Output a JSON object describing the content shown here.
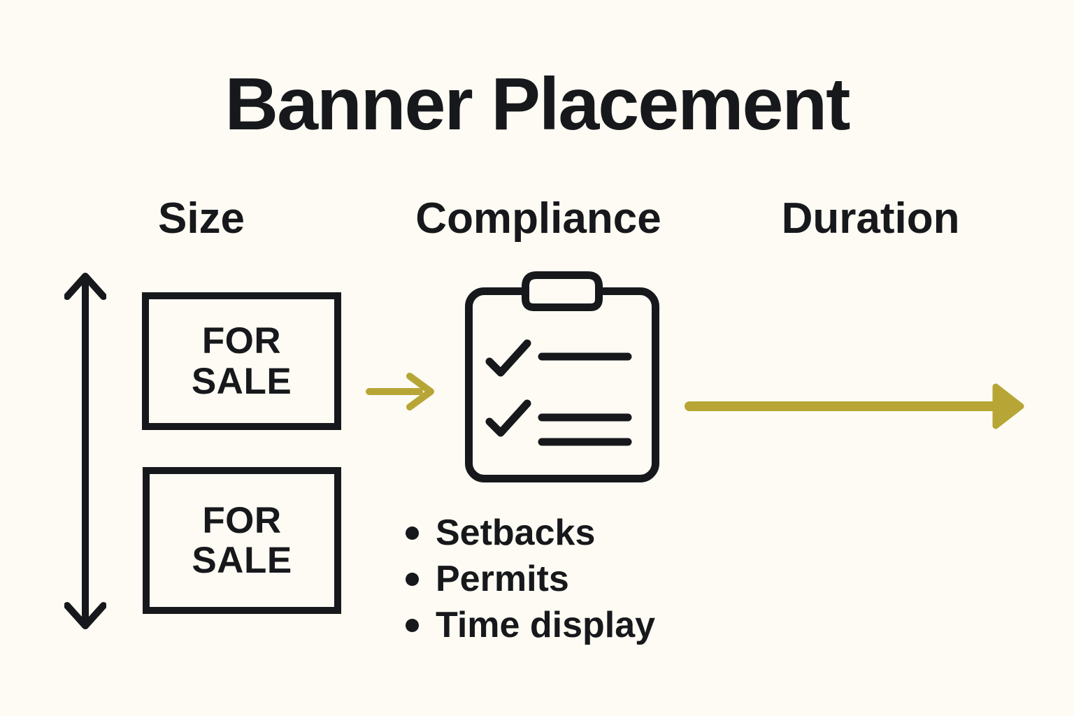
{
  "title": "Banner Placement",
  "size_column": {
    "header": "Size",
    "signs": [
      {
        "line1": "FOR",
        "line2": "SALE"
      },
      {
        "line1": "FOR",
        "line2": "SALE"
      }
    ]
  },
  "compliance_column": {
    "header": "Compliance",
    "checklist_items": [
      "Setbacks",
      "Permits",
      "Time display"
    ]
  },
  "duration_column": {
    "header": "Duration"
  },
  "icons": {
    "size_range_arrow": "double-headed-vertical-arrow",
    "flow_arrow": "short-right-arrow",
    "clipboard": "checklist-clipboard",
    "duration_arrow": "long-right-arrow"
  },
  "colors": {
    "background": "#FDFBF4",
    "ink": "#17181B",
    "accent": "#B7A636"
  }
}
